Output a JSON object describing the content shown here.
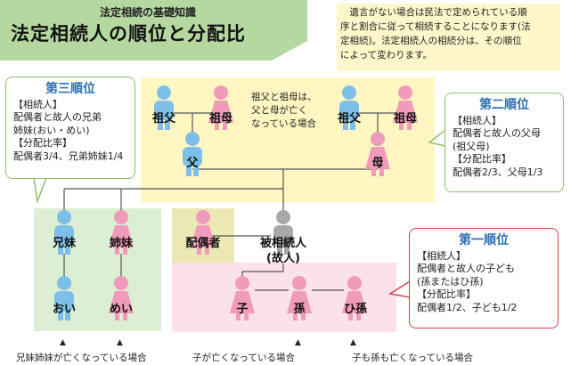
{
  "header": {
    "subtitle": "法定相続の基礎知識",
    "title": "法定相続人の順位と分配比"
  },
  "note": {
    "line1": "遺言がない場合は民法で定められている順",
    "line2": "序と割合に従って相続することになります(法",
    "line3": "定相続)。法定相続人の相続分は、その順位",
    "line4": "によって変わります。"
  },
  "third_rank": {
    "title": "第三順位",
    "heir_heading": "【相続人】",
    "heir_line1": "配偶者と故人の兄弟",
    "heir_line2": "姉妹(おい・めい)",
    "ratio_heading": "【分配比率】",
    "ratio_text": "配偶者3/4、兄弟姉妹1/4"
  },
  "second_rank": {
    "title": "第二順位",
    "heir_heading": "【相続人】",
    "heir_line1": "配偶者と故人の父母",
    "heir_line2": "(祖父母)",
    "ratio_heading": "【分配比率】",
    "ratio_text": "配偶者2/3、父母1/3"
  },
  "first_rank": {
    "title": "第一順位",
    "heir_heading": "【相続人】",
    "heir_line1": "配偶者と故人の子ども",
    "heir_line2": "(孫またはひ孫)",
    "ratio_heading": "【分配比率】",
    "ratio_text": "配偶者1/2、子ども1/2"
  },
  "grandparent_note": {
    "line1": "祖父と祖母は、",
    "line2": "父と母が亡く",
    "line3": "なっている場合"
  },
  "people": {
    "grandfather_left": "祖父",
    "grandmother_left": "祖母",
    "grandfather_right": "祖父",
    "grandmother_right": "祖母",
    "father": "父",
    "mother": "母",
    "brother": "兄妹",
    "sister": "姉妹",
    "nephew": "おい",
    "niece": "めい",
    "spouse": "配偶者",
    "deceased_line1": "被相続人",
    "deceased_line2": "(故人)",
    "child": "子",
    "grandchild": "孫",
    "great_grandchild": "ひ孫"
  },
  "footnotes": {
    "siblings_deceased": "兄妹姉妹が亡くなっている場合",
    "child_deceased": "子が亡くなっている場合",
    "child_grandchild_deceased": "子も孫も亡くなっている場合",
    "marker": "▲"
  },
  "colors": {
    "male": "#7dbfe8",
    "female": "#f19bbb",
    "deceased": "#a8a8a8",
    "title_bg": "#b5d8a0",
    "note_bg": "#fff7c9",
    "yellow_zone": "#fff6c2",
    "green_zone": "#dcefd5",
    "pink_zone": "#fbe1e8",
    "rank_title": "#2f6fb5",
    "first_rank_border": "#d4404a"
  }
}
